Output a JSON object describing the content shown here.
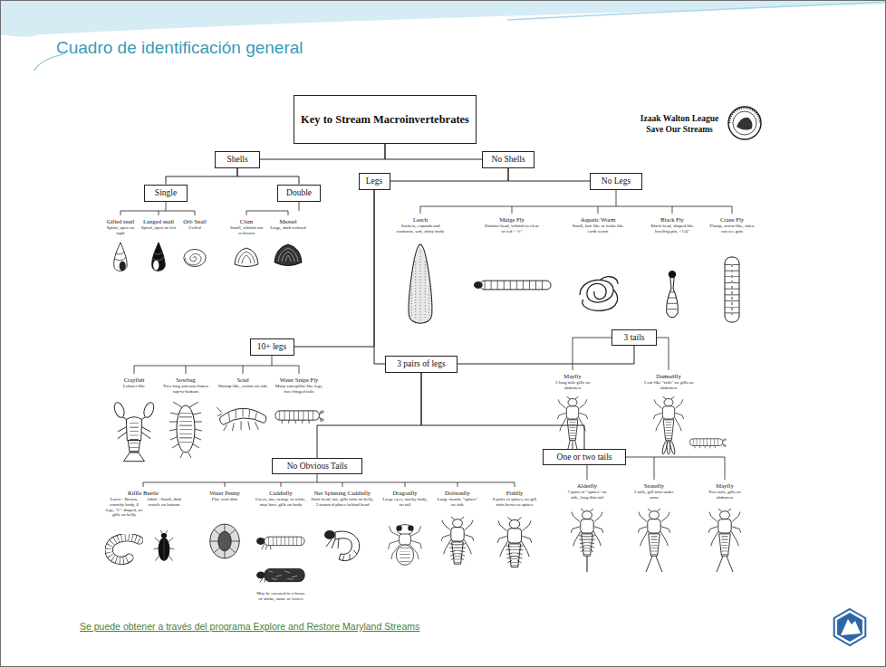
{
  "diagram": {
    "title": "Cuadro de identificación general",
    "nodes": [
      {
        "text": [
          "Key to Stream Macroinvertebrates"
        ]
      },
      {
        "text": [
          "Shells"
        ]
      },
      {
        "text": [
          "No Shells"
        ]
      },
      {
        "text": [
          "Single"
        ]
      },
      {
        "text": [
          "Double"
        ]
      },
      {
        "text": [
          "Legs"
        ]
      },
      {
        "text": [
          "No Legs"
        ]
      },
      {
        "text": [
          "10+ legs"
        ]
      },
      {
        "text": [
          "3 pairs of legs"
        ]
      },
      {
        "text": [
          "3 tails"
        ]
      },
      {
        "text": [
          "No Obvious Tails"
        ]
      },
      {
        "text": [
          "One or two tails"
        ]
      }
    ],
    "edges": [
      {
        "from": 0,
        "to": 1,
        "arrow": "none"
      },
      {
        "from": 0,
        "to": 2,
        "arrow": "none"
      },
      {
        "from": 1,
        "to": 3,
        "arrow": "none"
      },
      {
        "from": 1,
        "to": 4,
        "arrow": "none"
      },
      {
        "from": 2,
        "to": 5,
        "arrow": "none"
      },
      {
        "from": 2,
        "to": 6,
        "arrow": "none"
      },
      {
        "from": 5,
        "to": 7,
        "arrow": "none"
      },
      {
        "from": 5,
        "to": 8,
        "arrow": "none"
      },
      {
        "from": 8,
        "to": 9,
        "arrow": "none"
      },
      {
        "from": 8,
        "to": 10,
        "arrow": "none"
      },
      {
        "from": 8,
        "to": 11,
        "arrow": "none"
      }
    ],
    "labels": [
      "Izaak Walton League",
      "Save Our Streams",
      "Gilled snail",
      "Spiral, open on right",
      "Lunged snail",
      "Spiral, open on left",
      "Orb Snail",
      "Coiled",
      "Clam",
      "Small, whitish tan or brown",
      "Mussel",
      "Large, dark-colored",
      "Leech",
      "Suckers, expands and contracts, soft, shiny body",
      "Midge Fly",
      "Distinct head, whitish to clear or red < ¼\"",
      "Aquatic Worm",
      "Small, hair like or looks like earth worm",
      "Black Fly",
      "Black head, shaped like bowling pin, <1/4\"",
      "Crane Fly",
      "Plump, worm-like, often can see guts",
      "Crayfish",
      "Lobster-like",
      "Sowbug",
      "Two long antenna flatten top-to-bottom",
      "Scud",
      "Shrimp-like, swims on side",
      "Water Snipe Fly",
      "Many caterpillar like legs, two fringed tails",
      "Mayfly",
      "3 long tails gills on abdomen",
      "Damselfly",
      "3 oar-like \"tails\" no gills on abdomen",
      "Riffle Beetle",
      "Larva - Brown, crunchy body, 6 legs, \"C\" shaped, no gills on belly",
      "Adult - Small, dark crawls on bottom",
      "Water Penny",
      "Flat, oval disk",
      "Caddisfly",
      "Green, tan, orange or white, may have gills on body",
      "May be encased in a house of sticks, stone or leaves",
      "Net Spinning Caddisfly",
      "Dark head, tan, gills tufts on belly, 3 armored plates behind head",
      "Dragonfly",
      "Large eyes, stocky body, no tail",
      "Dobsonfly",
      "Large mouth, \"spines\" on side",
      "Fishfly",
      "8 pairs of spines, no gill tufts between spines",
      "Alderfly",
      "7 pairs of \"spines\" on side, long thin tail",
      "Stonefly",
      "2 tails, gill tufts under arms",
      "Mayfly",
      "Two tails, gills on abdomen",
      "Se puede obtener a través del programa Explore and Restore Maryland Streams"
    ]
  }
}
